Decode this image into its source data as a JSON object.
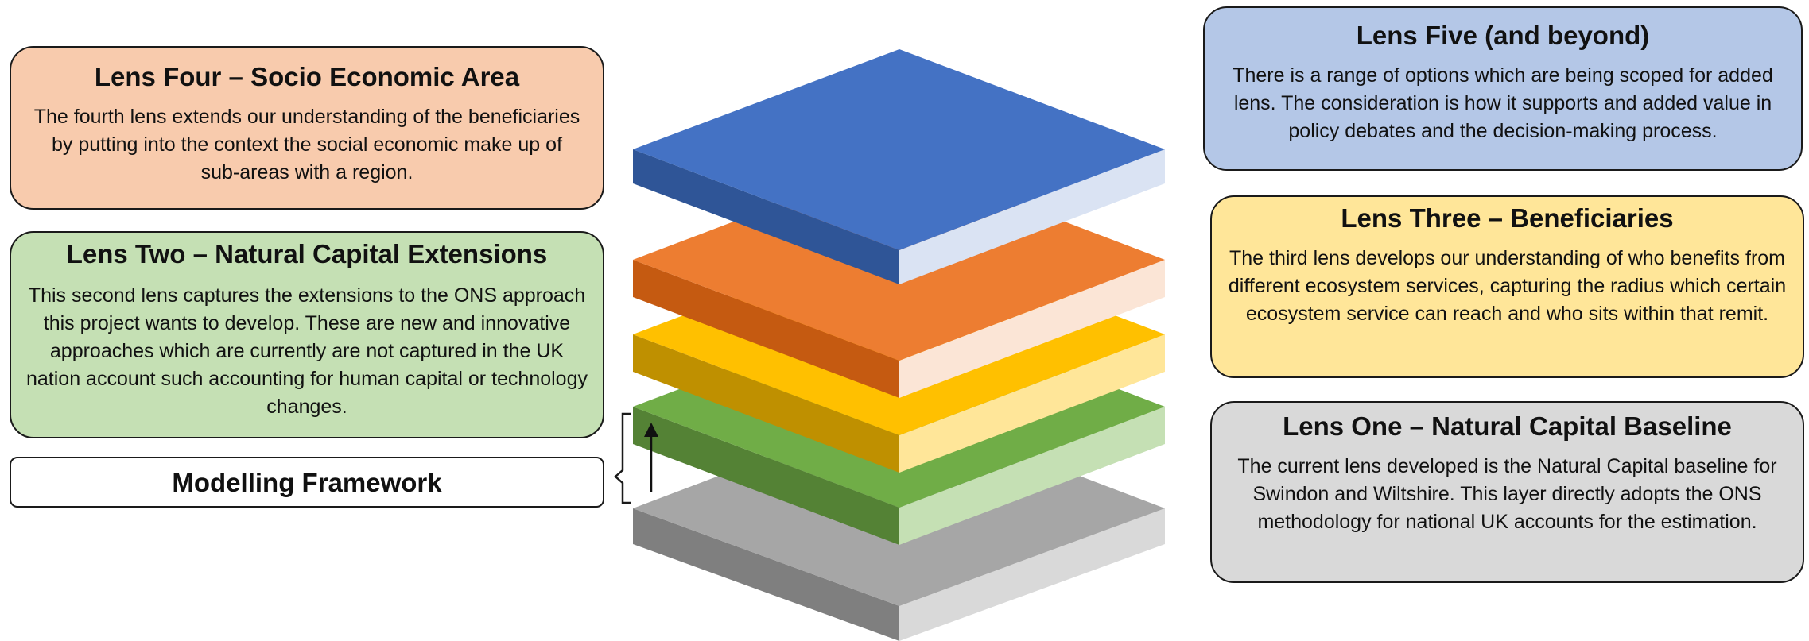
{
  "lens_four": {
    "title": "Lens Four – Socio Economic Area",
    "body": "The fourth lens extends our understanding of the beneficiaries by putting into the context the social economic make up of sub-areas with a region."
  },
  "lens_two": {
    "title": "Lens Two – Natural Capital Extensions",
    "body": "This second lens captures the extensions to the ONS approach this project wants to develop. These are new and innovative approaches which are currently are not captured in the UK nation account such accounting for human capital or technology changes."
  },
  "modelling": {
    "title": "Modelling Framework"
  },
  "lens_five": {
    "title": "Lens Five (and beyond)",
    "body": "There is a range of options which are being scoped for added lens. The consideration is how it supports and added value in policy debates and the decision-making process."
  },
  "lens_three": {
    "title": "Lens Three – Beneficiaries",
    "body": "The third lens develops our understanding of who benefits from different ecosystem services, capturing the radius which certain ecosystem service can reach and who sits within that remit."
  },
  "lens_one": {
    "title": "Lens One – Natural Capital Baseline",
    "body": "The current lens developed is the Natural Capital baseline for Swindon and Wiltshire. This layer directly adopts the ONS methodology for national UK accounts for the estimation."
  },
  "colors": {
    "lens_one": "#a6a6a6",
    "lens_two": "#70ad47",
    "lens_three": "#ffc000",
    "lens_four": "#ed7d31",
    "lens_five": "#4472c4"
  }
}
